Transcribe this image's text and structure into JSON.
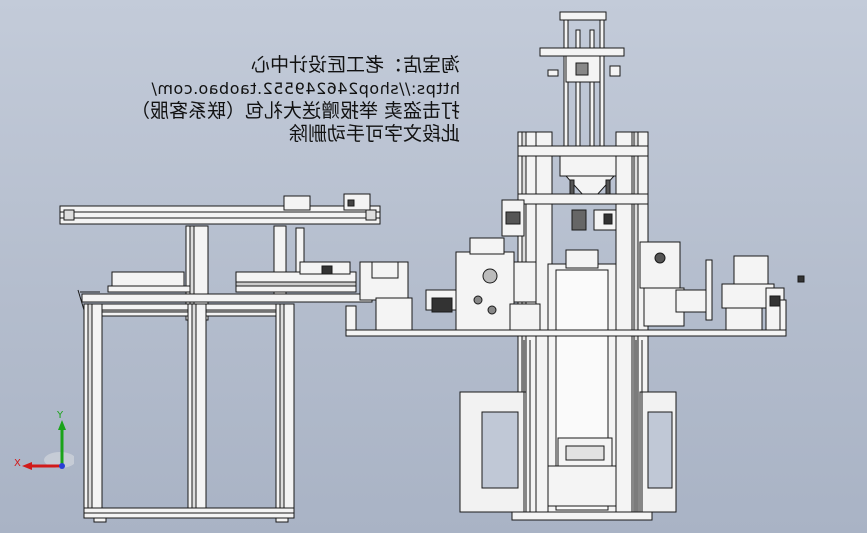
{
  "watermark": {
    "line1": "淘宝店：老工匠设计中心",
    "line2": "https://shop246249552.taobao.com/",
    "line3": "打击盗卖 举报赠送大礼包（联系客服）",
    "line4": "此段文字可手动删除"
  },
  "triad": {
    "x_label": "X",
    "y_label": "Y",
    "x_color": "#d11a1a",
    "y_color": "#1aa31a",
    "z_color": "#2a3fd6"
  },
  "colors": {
    "background_top": "#c3cbd9",
    "background_bottom": "#a9b3c5",
    "frame_fill": "#f2f2f2",
    "line": "#1a1a1a"
  }
}
